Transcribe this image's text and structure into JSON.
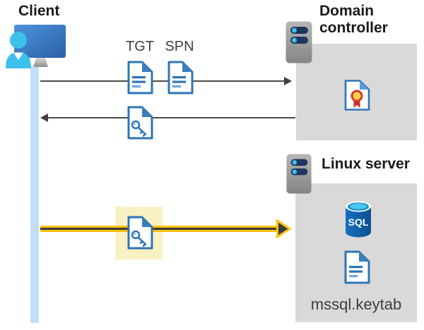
{
  "nodes": {
    "client": {
      "label": "Client"
    },
    "domain_controller": {
      "label": "Domain controller"
    },
    "linux_server": {
      "label": "Linux server"
    }
  },
  "labels": {
    "tgt": "TGT",
    "spn": "SPN",
    "sql": "SQL",
    "keytab_file": "mssql.keytab"
  },
  "icons": {
    "client": "client-computer-user-icon",
    "servers": "server-icon",
    "tickets": "document-icon",
    "session_key": "key-document-icon",
    "certificate": "certificate-icon",
    "database": "sql-database-icon"
  },
  "colors": {
    "document_blue": "#2E75B6",
    "document_blue_light": "#9DC3E6",
    "connector_gray": "#4A4A4A",
    "panel_gray": "#D9D9D9",
    "lifeline_blue": "#C3DDF7",
    "highlight_yellow_bg": "#FAF1C3",
    "arrow_yellow": "#FFC20E",
    "arrow_core_dark": "#3C3C3C",
    "person_cyan": "#3DC0EA",
    "monitor_blue": "#3578C4",
    "server_gray": "#9E9E9E",
    "server_bar_navy": "#1E355E",
    "server_dot_cyan": "#3FC0EA",
    "sql_body_blue": "#1266B2",
    "sql_top_cyan": "#49C6EE",
    "certificate_seal_yellow": "#FFD34D",
    "certificate_seal_red": "#D6382C",
    "title_text": "#1A1A1A",
    "label_text": "#3F3F3F"
  }
}
